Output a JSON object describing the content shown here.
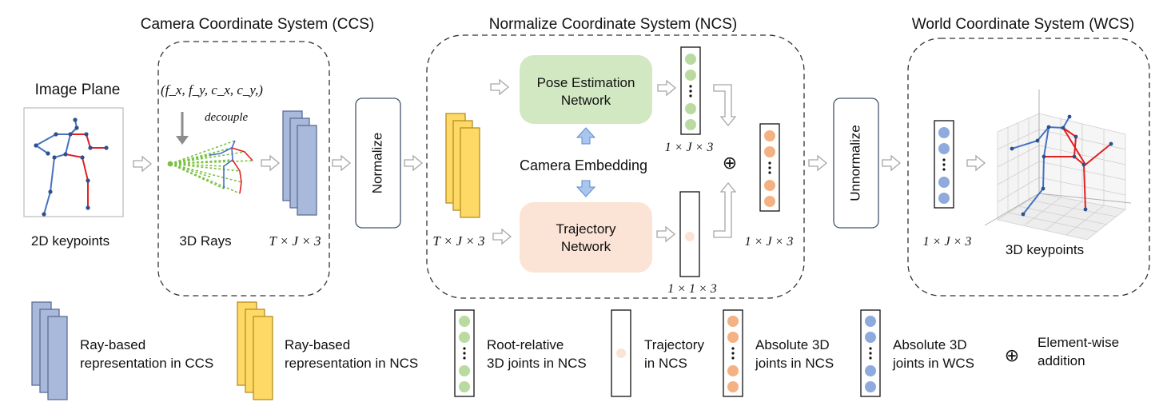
{
  "sections": {
    "ccs_title": "Camera Coordinate System (CCS)",
    "ncs_title": "Normalize Coordinate System (NCS)",
    "wcs_title": "World Coordinate System (WCS)"
  },
  "image_plane": {
    "title": "Image Plane",
    "caption": "2D  keypoints"
  },
  "ccs": {
    "intrinsics": "(f_x, f_y, c_x, c_y,)",
    "decouple": "decouple",
    "rays_caption": "3D Rays",
    "shape": "T × J × 3"
  },
  "normalize_label": "Normalize",
  "unnormalize_label": "Unnormalize",
  "ncs": {
    "input_shape": "T × J × 3",
    "pose_net_line1": "Pose Estimation",
    "pose_net_line2": "Network",
    "pose_out_shape": "1 × J × 3",
    "camera_embedding": "Camera Embedding",
    "traj_net_line1": "Trajectory",
    "traj_net_line2": "Network",
    "traj_out_shape": "1 × 1 × 3",
    "sum_shape": "1 × J × 3",
    "plus_symbol": "⊕"
  },
  "wcs": {
    "shape": "1 × J × 3",
    "caption": "3D keypoints"
  },
  "legend": [
    {
      "id": "ray-ccs",
      "line1": "Ray-based",
      "line2": "representation in CCS"
    },
    {
      "id": "ray-ncs",
      "line1": "Ray-based",
      "line2": "representation in NCS"
    },
    {
      "id": "root-rel",
      "line1": "Root-relative",
      "line2": "3D joints in NCS"
    },
    {
      "id": "traj",
      "line1": "Trajectory",
      "line2": "in NCS"
    },
    {
      "id": "abs-ncs",
      "line1": "Absolute 3D",
      "line2": "joints in NCS"
    },
    {
      "id": "abs-wcs",
      "line1": "Absolute 3D",
      "line2": "joints in WCS"
    },
    {
      "id": "add",
      "line1": "Element-wise",
      "line2": "addition",
      "symbol": "⊕"
    }
  ],
  "colors": {
    "ccs_blue": "#a8b9dc",
    "ccs_blue_stroke": "#5a6d96",
    "ncs_yellow": "#ffd966",
    "ncs_yellow_stroke": "#b38f1f",
    "pose_green": "#d2e8c3",
    "traj_peach": "#fbe3d5",
    "dot_green": "#b9dba0",
    "dot_orange": "#f4b183",
    "dot_blue": "#8faadc",
    "dot_peach": "#fbe3d5",
    "norm_border": "#44546a",
    "skeleton_blue": "#4472c4",
    "skeleton_red": "#e02020",
    "ray_green": "#7ac143"
  }
}
